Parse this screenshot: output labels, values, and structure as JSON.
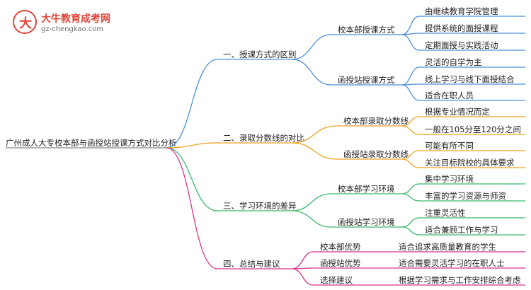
{
  "logo": {
    "glyph": "大",
    "title": "大牛教育成考网",
    "url": "gz-chengkao.com"
  },
  "mindmap": {
    "root": "广州成人大专校本部与函授站授课方式对比分析",
    "branches": [
      {
        "label": "一、授课方式的区别",
        "color": "#4a90d9",
        "children": [
          {
            "label": "校本部授课方式",
            "leaves": [
              "由继续教育学院管理",
              "提供系统的面授课程",
              "定期面授与实践活动"
            ]
          },
          {
            "label": "函授站授课方式",
            "leaves": [
              "灵活的自学为主",
              "线上学习与线下面授结合",
              "适合在职人员"
            ]
          }
        ]
      },
      {
        "label": "二、录取分数线的对比",
        "color": "#f0a020",
        "children": [
          {
            "label": "校本部录取分数线",
            "leaves": [
              "根据专业情况而定",
              "一般在105分至120分之间"
            ]
          },
          {
            "label": "函授站录取分数线",
            "leaves": [
              "可能有所不同",
              "关注目标院校的具体要求"
            ]
          }
        ]
      },
      {
        "label": "三、学习环境的差异",
        "color": "#3cb96b",
        "children": [
          {
            "label": "校本部学习环境",
            "leaves": [
              "集中学习环境",
              "丰富的学习资源与师资"
            ]
          },
          {
            "label": "函授站学习环境",
            "leaves": [
              "注重灵活性",
              "适合兼顾工作与学习"
            ]
          }
        ]
      },
      {
        "label": "四、总结与建议",
        "color": "#d8338c",
        "children": [
          {
            "label": "校本部优势",
            "leaves": [
              "适合追求高质量教育的学生"
            ]
          },
          {
            "label": "函授站优势",
            "leaves": [
              "适合需要灵活学习的在职人士"
            ]
          },
          {
            "label": "选择建议",
            "leaves": [
              "根据学习需求与工作安排综合考虑"
            ]
          }
        ]
      }
    ]
  }
}
